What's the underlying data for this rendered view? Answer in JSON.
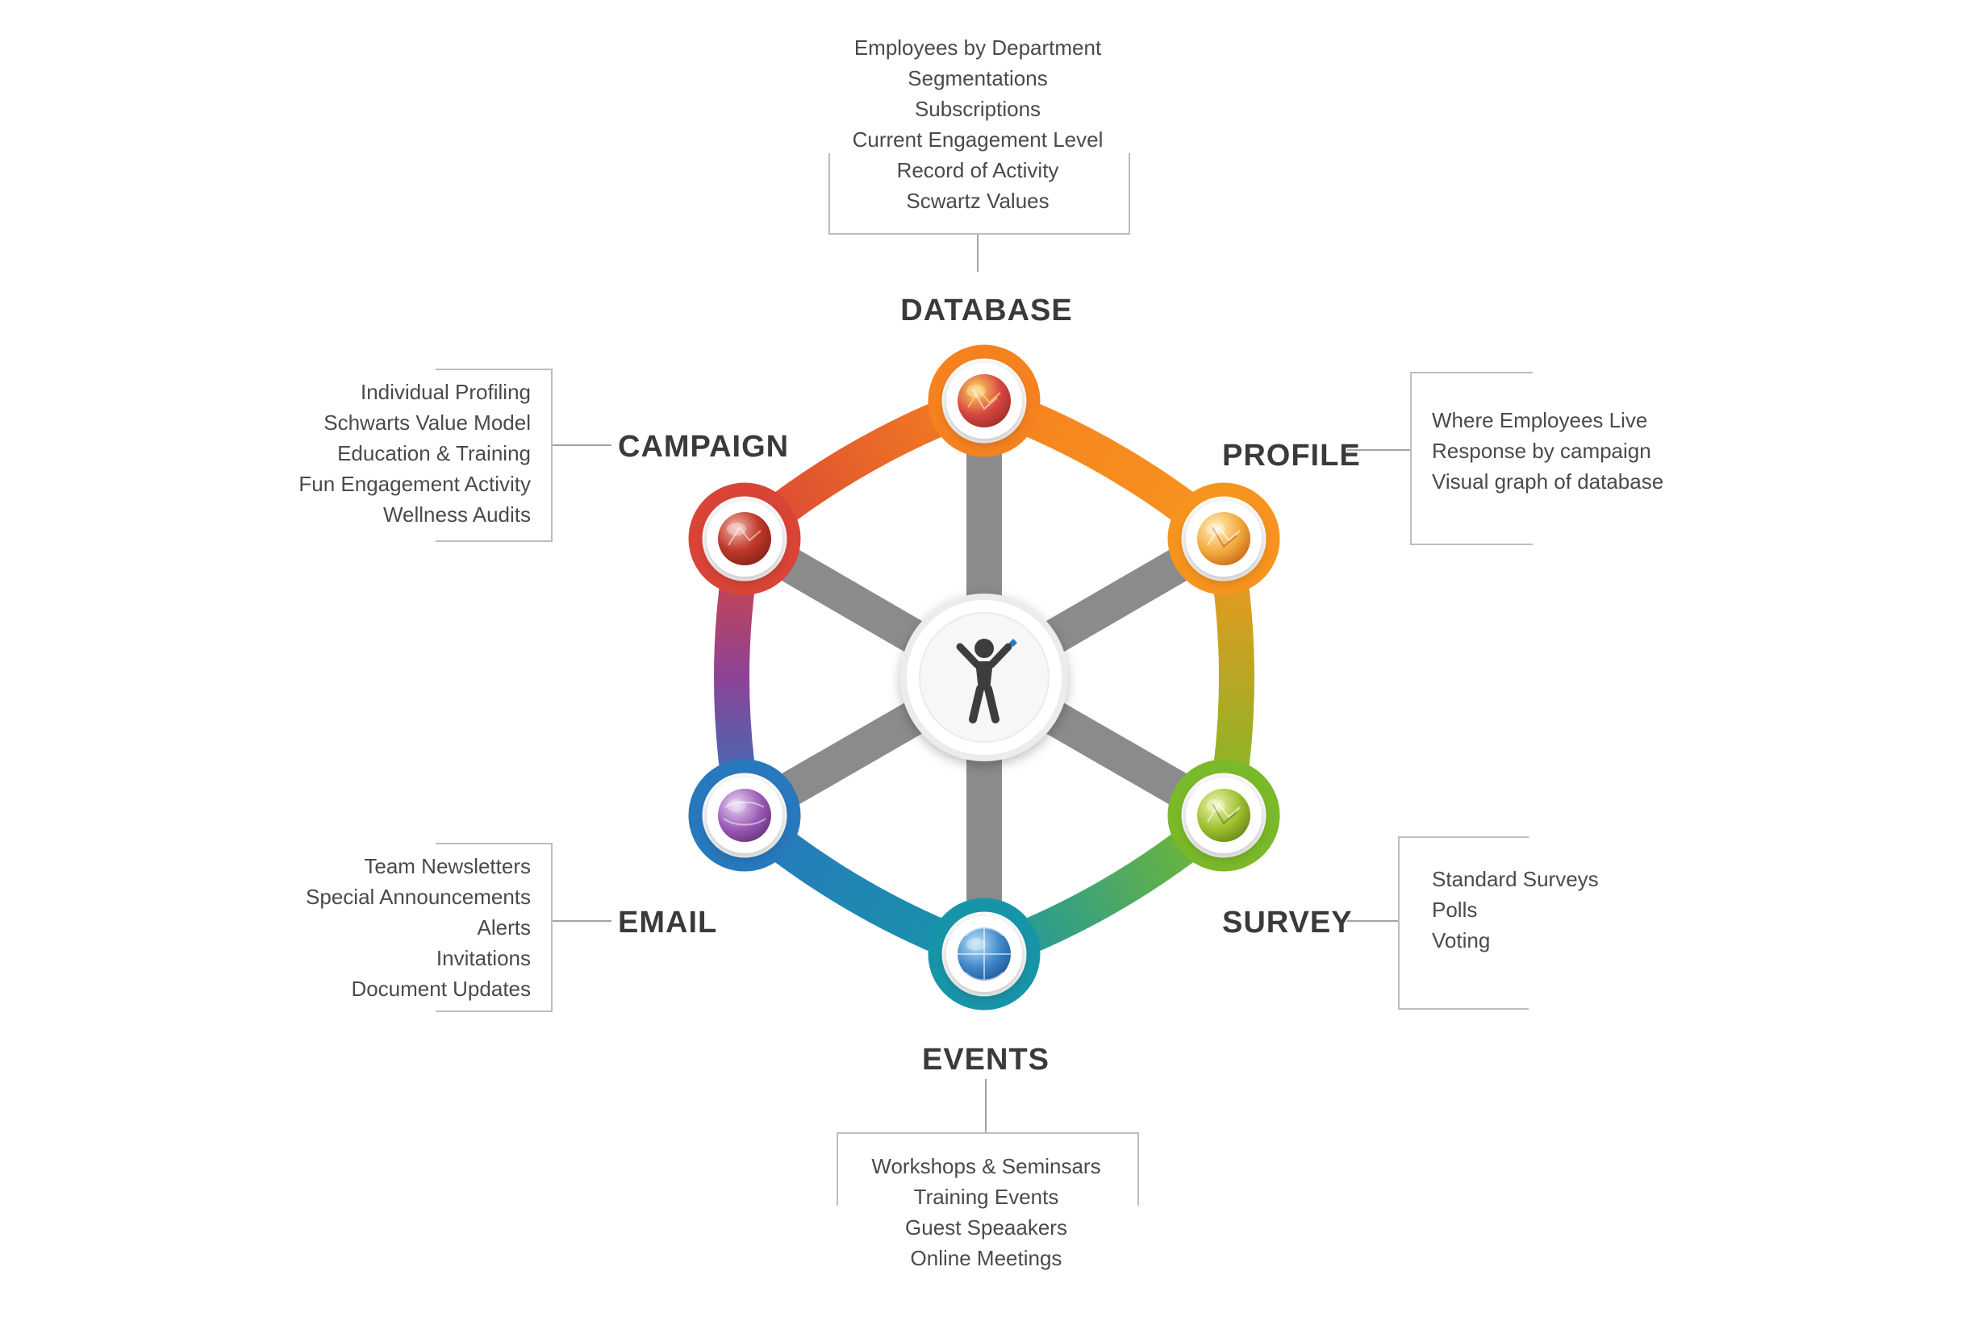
{
  "labels": {
    "database": "DATABASE",
    "profile": "PROFILE",
    "campaign": "CAMPAIGN",
    "email": "EMAIL",
    "survey": "SURVEY",
    "events": "EVENTS"
  },
  "colors": {
    "database": "#F5821F",
    "profile": "#F7941E",
    "survey": "#7AB929",
    "events": "#1795A8",
    "email": "#2878BE",
    "campaign": "#D94436",
    "link_gray": "#8B8B8B"
  },
  "icons": {
    "database": "red-network-sphere-icon",
    "profile": "orange-network-sphere-icon",
    "survey": "green-network-sphere-icon",
    "events": "blue-globe-sphere-icon",
    "email": "purple-sphere-icon",
    "campaign": "red-sphere-icon",
    "center": "person-icon"
  },
  "boxes": {
    "database": {
      "items": [
        "Employees by Department",
        "Segmentations",
        "Subscriptions",
        "Current Engagement Level",
        "Record of Activity",
        "Scwartz Values"
      ]
    },
    "campaign": {
      "items": [
        "Individual Profiling",
        "Schwarts Value Model",
        "Education & Training",
        "Fun Engagement Activity",
        "Wellness Audits"
      ]
    },
    "profile": {
      "items": [
        "Where Employees Live",
        "Response by campaign",
        "Visual graph of database"
      ]
    },
    "email": {
      "items": [
        "Team Newsletters",
        "Special Announcements",
        "Alerts",
        "Invitations",
        "Document Updates"
      ]
    },
    "survey": {
      "items": [
        "Standard Surveys",
        "Polls",
        "Voting"
      ]
    },
    "events": {
      "items": [
        "Workshops & Seminsars",
        "Training Events",
        "Guest Speaakers",
        "Online Meetings"
      ]
    }
  }
}
